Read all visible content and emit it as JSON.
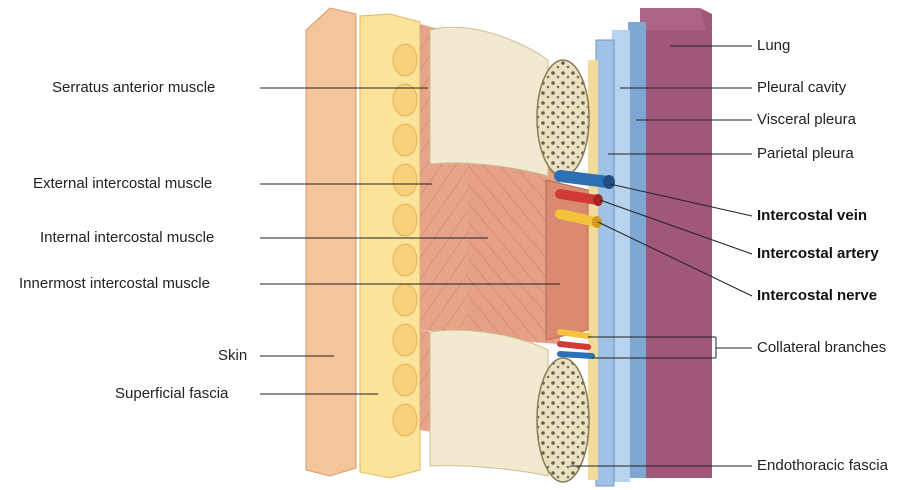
{
  "labels_left": [
    {
      "id": "serratus",
      "text": "Serratus anterior muscle",
      "bold": false
    },
    {
      "id": "external",
      "text": "External intercostal muscle",
      "bold": false
    },
    {
      "id": "internal",
      "text": "Internal intercostal muscle",
      "bold": false
    },
    {
      "id": "innermost",
      "text": "Innermost intercostal muscle",
      "bold": false
    },
    {
      "id": "skin",
      "text": "Skin",
      "bold": false
    },
    {
      "id": "fascia",
      "text": "Superficial fascia",
      "bold": false
    }
  ],
  "labels_right": [
    {
      "id": "lung",
      "text": "Lung",
      "bold": false
    },
    {
      "id": "pleural-cavity",
      "text": "Pleural cavity",
      "bold": false
    },
    {
      "id": "visceral",
      "text": "Visceral pleura",
      "bold": false
    },
    {
      "id": "parietal",
      "text": "Parietal pleura",
      "bold": false
    },
    {
      "id": "vein",
      "text": "Intercostal vein",
      "bold": true
    },
    {
      "id": "artery",
      "text": "Intercostal artery",
      "bold": true
    },
    {
      "id": "nerve",
      "text": "Intercostal nerve",
      "bold": true
    },
    {
      "id": "collateral",
      "text": "Collateral branches",
      "bold": false
    },
    {
      "id": "endothoracic",
      "text": "Endothoracic fascia",
      "bold": false
    }
  ],
  "colors": {
    "skin": "#f4c49a",
    "fascia": "#fbe39a",
    "muscle": "#e8a48c",
    "bone": "#f1ead0",
    "pleura": "#a9c8e8",
    "lung": "#a1577a",
    "vein": "#2f6fb3",
    "artery": "#d13a37",
    "nerve": "#f5c23c"
  }
}
